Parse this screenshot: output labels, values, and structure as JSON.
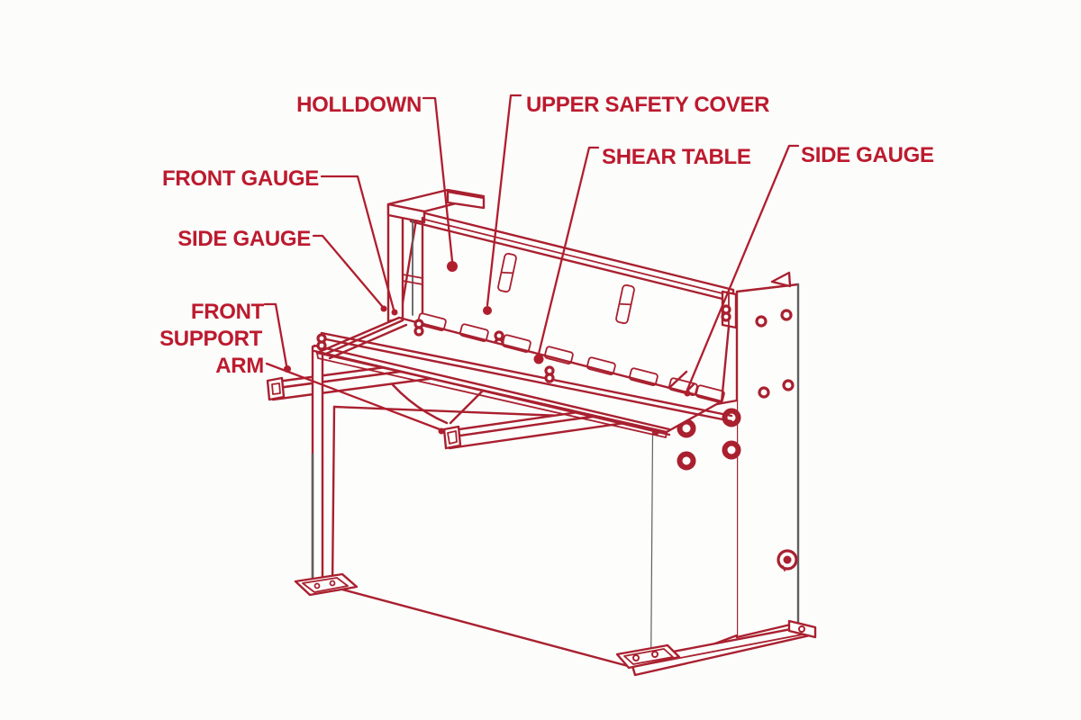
{
  "page": {
    "background": "#fcfcfb",
    "type": "technical-parts-diagram",
    "subject": "sheet metal shear machine"
  },
  "colors": {
    "line_red": "#a9202f",
    "label_red": "#bc1a2e",
    "edge_gray": "#5f5f60",
    "background": "#fcfcfb"
  },
  "labels": {
    "holldown": "HOLLDOWN",
    "upper_safety_cover": "UPPER SAFETY COVER",
    "shear_table": "SHEAR TABLE",
    "side_gauge_right": "SIDE GAUGE",
    "front_gauge": "FRONT GAUGE",
    "side_gauge_left": "SIDE GAUGE",
    "front_support_arm_line1": "FRONT",
    "front_support_arm_line2": "SUPPORT",
    "front_support_arm_line3": "ARM"
  }
}
